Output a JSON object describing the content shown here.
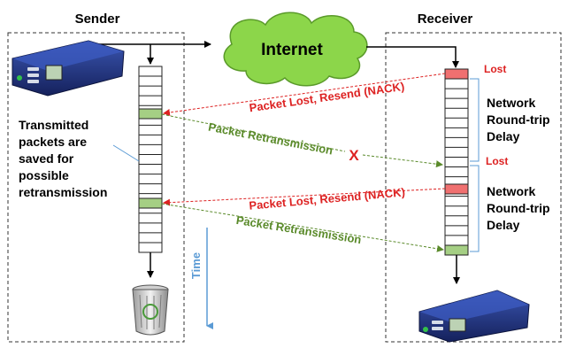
{
  "sender": {
    "title": "Sender"
  },
  "receiver": {
    "title": "Receiver"
  },
  "network": {
    "label": "Internet"
  },
  "notes": {
    "saved": [
      "Transmitted",
      "packets are",
      "saved for",
      "possible",
      "retransmission"
    ],
    "delay1": [
      "Network",
      "Round-trip",
      "Delay"
    ],
    "delay2": [
      "Network",
      "Round-trip",
      "Delay"
    ]
  },
  "markers": {
    "lost1": "Lost",
    "lost2": "Lost",
    "x_mark": "X"
  },
  "arrows": {
    "nack1": "Packet Lost, Resend (NACK)",
    "retx1": "Packet Retransmission",
    "nack2": "Packet Lost, Resend (NACK)",
    "retx2": "Packet Retransmission"
  },
  "time_axis": {
    "label": "Time"
  },
  "colors": {
    "lost_red": "#dd2222",
    "retransmit_green": "#5a8a2a",
    "saved_fill": "#a5cf84",
    "lost_fill": "#f07070",
    "cloud": "#8cd64a",
    "axis_blue": "#5b9bd5",
    "device_blue": "#1e2f7a"
  },
  "icons": {
    "device": "video-encoder-device-icon",
    "trash": "recycle-bin-icon",
    "cloud": "internet-cloud-icon"
  }
}
